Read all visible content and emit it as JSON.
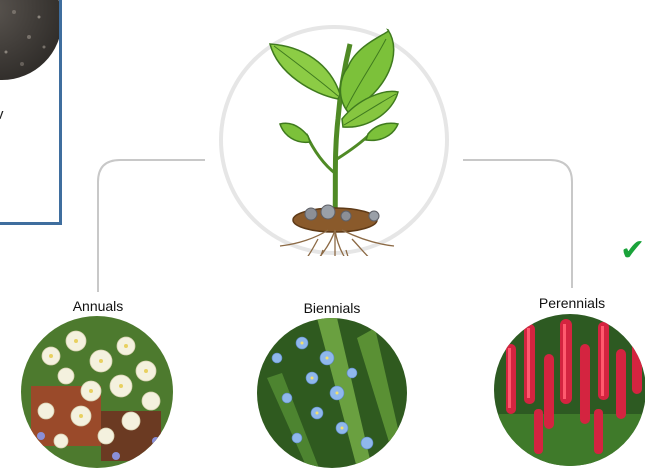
{
  "card": {
    "partial_text": "v"
  },
  "center": {
    "image": "plant-with-roots"
  },
  "categories": [
    {
      "label": "Annuals",
      "image": "white-flowers"
    },
    {
      "label": "Biennials",
      "image": "blue-forget-me-nots"
    },
    {
      "label": "Perennials",
      "image": "red-lupins"
    }
  ],
  "check_icon": "checkmark-icon",
  "colors": {
    "card_border": "#3f6e9e",
    "connector": "#c8c8c8",
    "check": "#1aa33a"
  }
}
